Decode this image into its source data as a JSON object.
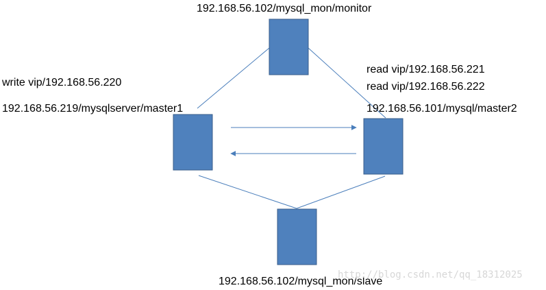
{
  "colors": {
    "box_fill": "#4f81bd",
    "box_stroke": "#385d8a",
    "line": "#4a7ebb",
    "text": "#000000",
    "watermark": "#d7d7d7"
  },
  "nodes": {
    "monitor": {
      "label": "192.168.56.102/mysql_mon/monitor"
    },
    "master1": {
      "label": "192.168.56.219/mysqlserver/master1",
      "vip": "write vip/192.168.56.220"
    },
    "master2": {
      "label": "192.168.56.101/mysql/master2",
      "vips": [
        "read vip/192.168.56.221",
        "read vip/192.168.56.222"
      ]
    },
    "slave": {
      "label": "192.168.56.102/mysql_mon/slave"
    }
  },
  "watermark": "http://blog.csdn.net/qq_18312025"
}
